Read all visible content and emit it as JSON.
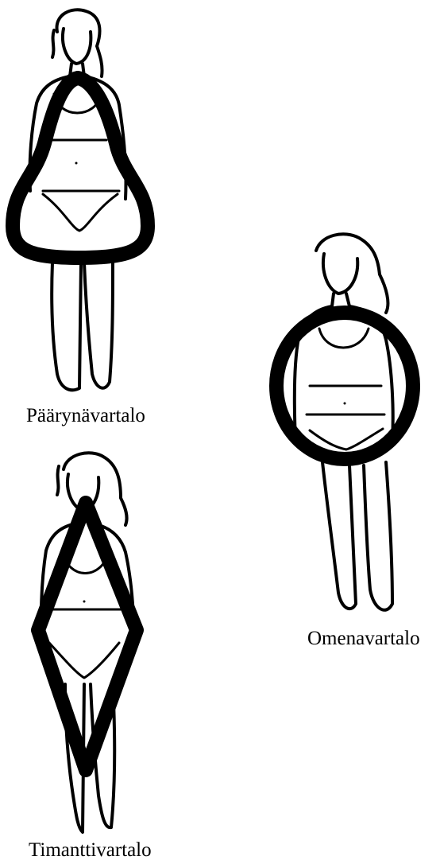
{
  "figures": [
    {
      "id": "pear",
      "caption": "Päärynävartalo",
      "shape": "pear-outline"
    },
    {
      "id": "apple",
      "caption": "Omenavartalo",
      "shape": "circle-outline"
    },
    {
      "id": "diamond",
      "caption": "Timanttivartalo",
      "shape": "diamond-outline"
    }
  ],
  "colors": {
    "ink": "#000000",
    "background": "#ffffff"
  }
}
